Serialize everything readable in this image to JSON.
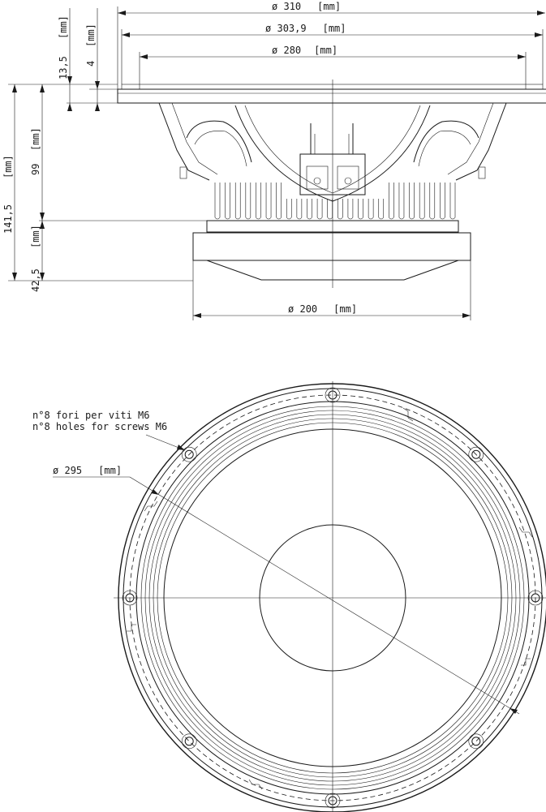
{
  "dimensions": {
    "outer_diameter": {
      "symbol": "ø",
      "value": "310",
      "unit": "[mm]"
    },
    "baffle_cutout_diameter": {
      "symbol": "ø",
      "value": "303,9",
      "unit": "[mm]"
    },
    "cone_diameter": {
      "symbol": "ø",
      "value": "280",
      "unit": "[mm]"
    },
    "magnet_diameter": {
      "symbol": "ø",
      "value": "200",
      "unit": "[mm]"
    },
    "mounting_circle_diameter": {
      "symbol": "ø",
      "value": "295",
      "unit": "[mm]"
    },
    "flange_height": {
      "value": "13,5",
      "unit": "[mm]"
    },
    "flange_thickness": {
      "value": "4",
      "unit": "[mm]"
    },
    "total_depth": {
      "value": "141,5",
      "unit": "[mm]"
    },
    "basket_depth": {
      "value": "99",
      "unit": "[mm]"
    },
    "magnet_depth": {
      "value": "42,5",
      "unit": "[mm]"
    }
  },
  "holes_note": {
    "italian": "n°8 fori per viti M6",
    "english": "n°8 holes for screws M6"
  },
  "mounting_holes": {
    "count": 8
  }
}
